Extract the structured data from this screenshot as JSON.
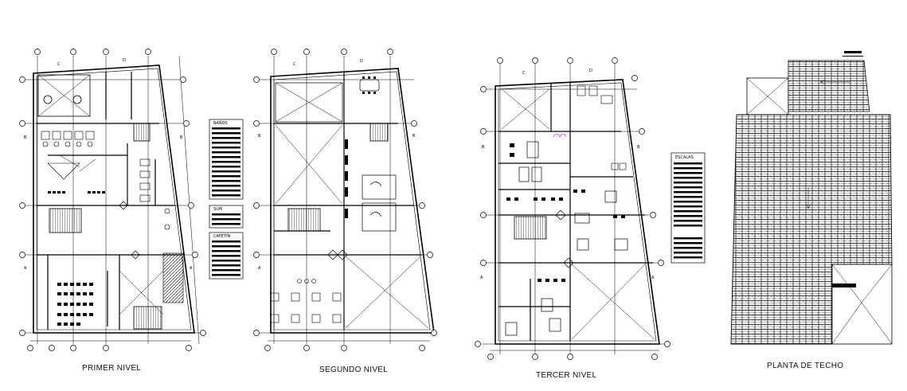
{
  "plans": [
    {
      "caption": "PRIMER NIVEL"
    },
    {
      "caption": "SEGUNDO NIVEL"
    },
    {
      "caption": "TERCER NIVEL"
    },
    {
      "caption": "PLANTA DE TECHO"
    }
  ],
  "legend_primer": {
    "box1_title": "BAÑOS",
    "box2_title": "SUM",
    "box3_title": "CAFETIN"
  },
  "legend_tercer": {
    "box1_title": "ESCALAS"
  },
  "grid_labels": {
    "A": "A",
    "B": "B",
    "C": "C",
    "D": "D"
  }
}
